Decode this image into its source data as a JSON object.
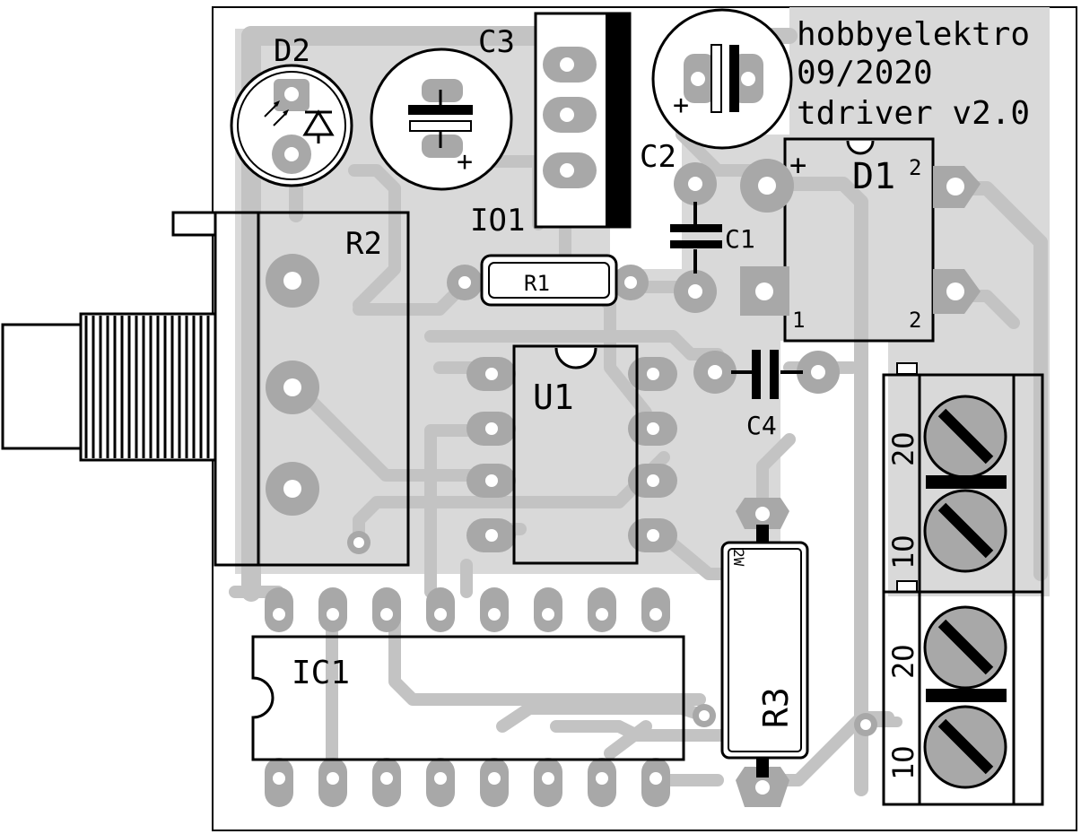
{
  "board": {
    "title_line1": "hobbyelektro",
    "title_line2": "09/2020",
    "title_line3": "tdriver v2.0"
  },
  "labels": {
    "d2": "D2",
    "c3": "C3",
    "c2": "C2",
    "io1": "IO1",
    "c1": "C1",
    "d1": "D1",
    "r2": "R2",
    "r1": "R1",
    "u1": "U1",
    "c4": "C4",
    "ic1": "IC1",
    "r3": "R3",
    "r3_power": "2W",
    "plus_c2": "+",
    "plus_c3": "+",
    "plus_d1": "+",
    "d1_pin1": "1",
    "d1_pin2a": "2",
    "d1_pin2b": "2",
    "term1_pin2": "2O",
    "term1_pin1": "1O",
    "term2_pin2": "2O",
    "term2_pin1": "1O"
  },
  "colors": {
    "copper": "#c3c3c3",
    "pad": "#a8a8a8",
    "silkscreen": "#000000",
    "board": "#ffffff",
    "fill": "#d9d9d9"
  }
}
